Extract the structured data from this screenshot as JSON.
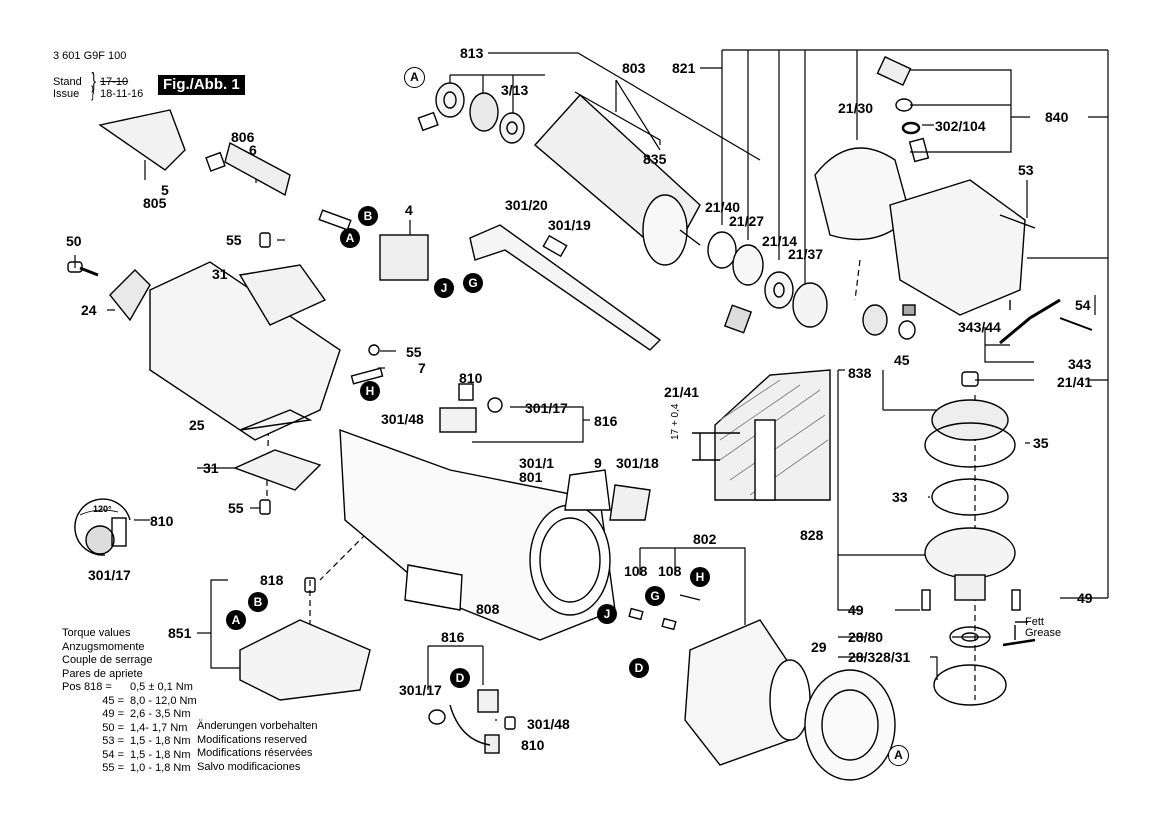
{
  "header": {
    "part_number": "3 601 G9F 100",
    "stand_label": "Stand",
    "issue_label": "Issue",
    "stand_date_struck": "17-10",
    "issue_date": "18-11-16",
    "figure_label": "Fig./Abb. 1"
  },
  "labels": {
    "l813": "813",
    "l803": "803",
    "l821": "821",
    "l313": "3/13",
    "l835": "835",
    "l2130": "21/30",
    "l302104": "302/104",
    "l840": "840",
    "l53": "53",
    "l806": "806",
    "l6": "6",
    "l5": "5",
    "l805": "805",
    "l4": "4",
    "l30120": "301/20",
    "l30119": "301/19",
    "l2140": "21/40",
    "l2127": "21/27",
    "l2114": "21/14",
    "l2137": "21/37",
    "l50": "50",
    "l55a": "55",
    "l31a": "31",
    "l24": "24",
    "l25": "25",
    "l55b": "55",
    "l7": "7",
    "l810a": "810",
    "l30148a": "301/48",
    "l30117a": "301/17",
    "l816a": "816",
    "l54": "54",
    "l34344": "343/44",
    "l343": "343",
    "l45": "45",
    "l838": "838",
    "l2141a": "21/41",
    "l2141b": "21/41",
    "l35": "35",
    "l33": "33",
    "l828": "828",
    "l49a": "49",
    "l49b": "49",
    "l2880": "28/80",
    "l2832831": "28/328/31",
    "l29": "29",
    "l3011": "301/1",
    "l801": "801",
    "l9": "9",
    "l30118": "301/18",
    "l31b": "31",
    "l55c": "55",
    "l810b": "810",
    "l30117b": "301/17",
    "l120": "120°",
    "l818": "818",
    "l851": "851",
    "l808": "808",
    "l802": "802",
    "l108a": "108",
    "l108b": "108",
    "l816b": "816",
    "l30117c": "301/17",
    "l30148b": "301/48",
    "l810c": "810",
    "dim": "17 + 0,4",
    "fett": "Fett",
    "grease": "Grease"
  },
  "callouts": {
    "A": "A",
    "B": "B",
    "D": "D",
    "G": "G",
    "H": "H",
    "J": "J"
  },
  "torque": {
    "heading": [
      "Torque values",
      "Anzugsmomente",
      "Couple de serrage",
      "Pares de apriete"
    ],
    "rows": [
      {
        "pos": "Pos 818 =",
        "value": "0,5 ± 0,1 Nm"
      },
      {
        "pos": "45 =",
        "value": "8,0 - 12,0 Nm"
      },
      {
        "pos": "49 =",
        "value": "2,6 - 3,5 Nm"
      },
      {
        "pos": "50 =",
        "value": "1,4- 1,7 Nm"
      },
      {
        "pos": "53 =",
        "value": "1,5 - 1,8 Nm"
      },
      {
        "pos": "54 =",
        "value": "1,5 - 1,8 Nm"
      },
      {
        "pos": "55 =",
        "value": "1,0 - 1,8 Nm"
      }
    ]
  },
  "modifications": [
    "Änderungen vorbehalten",
    "Modifications reserved",
    "Modifications réservées",
    "Salvo modificaciones"
  ]
}
